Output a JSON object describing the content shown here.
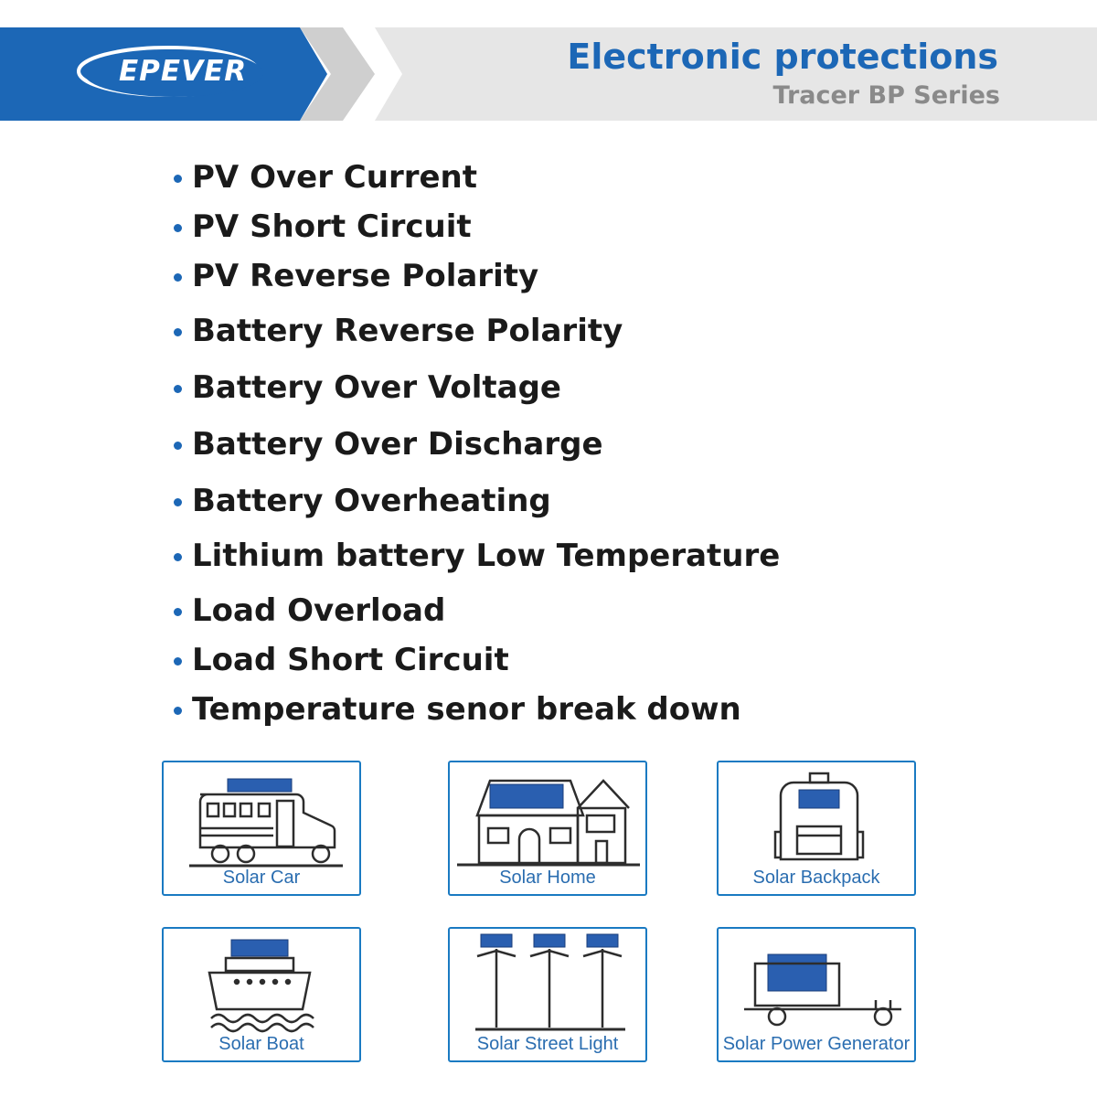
{
  "brand": {
    "logo_text": "EPEVER",
    "accent": "#1c67b6",
    "light_blue": "#2e8ad6",
    "gray": "#e3e3e3"
  },
  "header": {
    "title": "Electronic protections",
    "subtitle": "Tracer BP Series"
  },
  "protections": [
    "PV Over Current",
    "PV Short Circuit",
    "PV Reverse Polarity",
    "Battery Reverse Polarity",
    "Battery Over Voltage",
    "Battery Over Discharge",
    "Battery Overheating",
    "Lithium battery Low Temperature",
    "Load Overload",
    "Load Short Circuit",
    "Temperature senor break down"
  ],
  "applications": [
    {
      "label": "Solar Car",
      "icon": "solar-car-icon"
    },
    {
      "label": "Solar Home",
      "icon": "solar-home-icon"
    },
    {
      "label": "Solar Backpack",
      "icon": "solar-backpack-icon"
    },
    {
      "label": "Solar Boat",
      "icon": "solar-boat-icon"
    },
    {
      "label": "Solar Street Light",
      "icon": "solar-street-light-icon"
    },
    {
      "label": "Solar Power Generator",
      "icon": "solar-generator-icon"
    }
  ]
}
